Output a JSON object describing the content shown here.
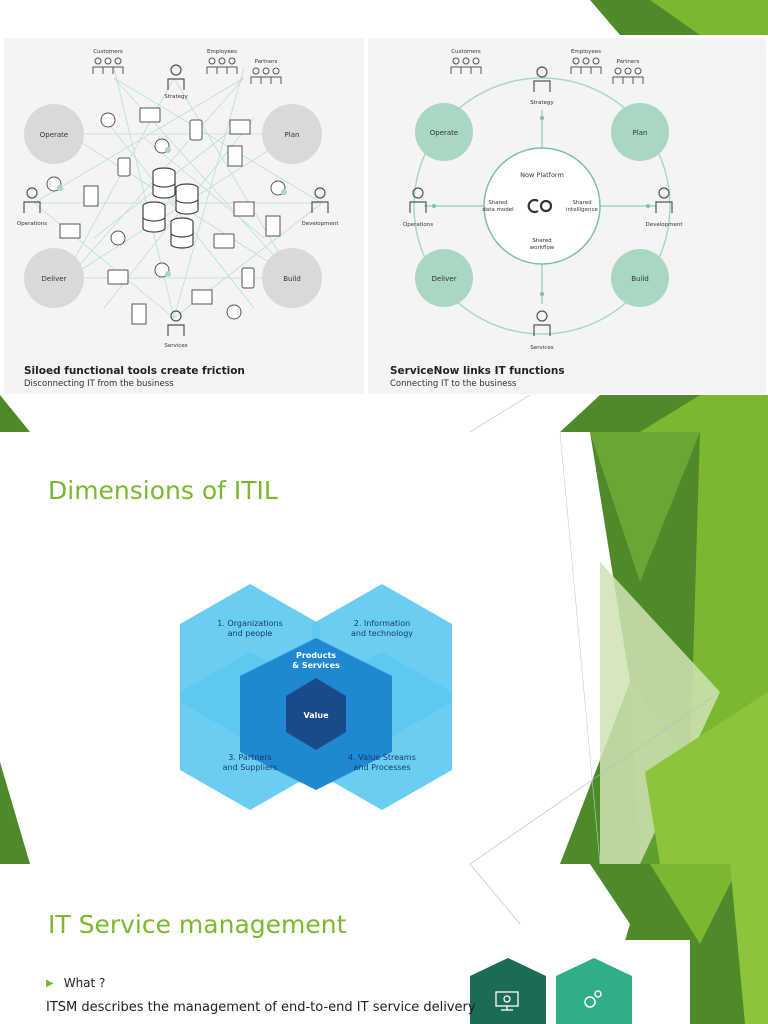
{
  "slide1": {
    "left_panel": {
      "caption_title": "Siloed functional tools create friction",
      "caption_subtitle": "Disconnecting IT from the business",
      "labels": {
        "customers": "Customers",
        "employees": "Employees",
        "partners": "Partners",
        "strategy": "Strategy",
        "operate": "Operate",
        "plan": "Plan",
        "operations": "Operations",
        "development": "Development",
        "deliver": "Deliver",
        "build": "Build",
        "services": "Services"
      }
    },
    "right_panel": {
      "caption_title": "ServiceNow links IT functions",
      "caption_subtitle": "Connecting IT to the business",
      "labels": {
        "customers": "Customers",
        "employees": "Employees",
        "partners": "Partners",
        "strategy": "Strategy",
        "operate": "Operate",
        "plan": "Plan",
        "operations": "Operations",
        "development": "Development",
        "deliver": "Deliver",
        "build": "Build",
        "services": "Services",
        "now_platform": "Now Platform",
        "shared_data_model_1": "Shared",
        "shared_data_model_2": "data model",
        "shared_intelligence_1": "Shared",
        "shared_intelligence_2": "intelligence",
        "shared_workflow_1": "Shared",
        "shared_workflow_2": "workflow"
      }
    }
  },
  "slide2": {
    "title": "Dimensions of ITIL",
    "diagram": {
      "org_1": "1. Organizations",
      "org_2": "and people",
      "info_1": "2. Information",
      "info_2": "and technology",
      "partners_1": "3. Partners",
      "partners_2": "and Suppliers",
      "value_streams_1": "4. Value Streams",
      "value_streams_2": "and Processes",
      "products_1": "Products",
      "products_2": "& Services",
      "value": "Value"
    }
  },
  "slide3": {
    "title": "IT Service management",
    "bullet": "What ?",
    "body": "ITSM describes the management of end-to-end IT service delivery"
  },
  "colors": {
    "accent_green": "#7cb82f",
    "dark_green": "#4e8a2a",
    "panel_grey": "#d9d9d9",
    "panel_mint": "#a8d8c2",
    "hex_light": "#5cc8f2",
    "hex_mid": "#1e88d0",
    "hex_dark": "#1a4a8c"
  }
}
